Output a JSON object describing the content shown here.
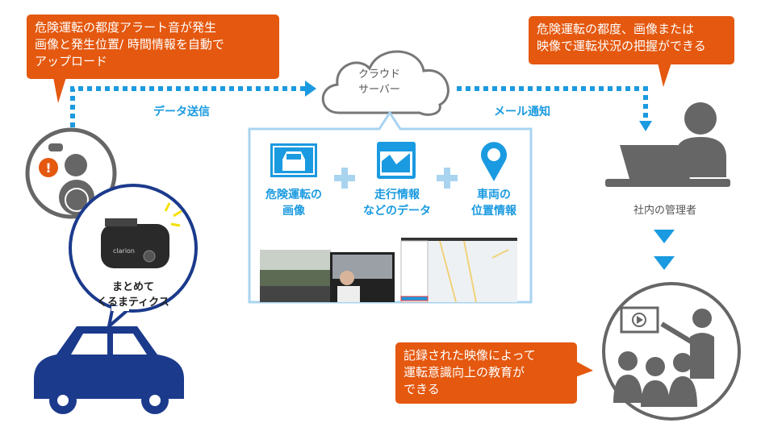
{
  "bubbles": {
    "top_left": [
      "危険運転の都度アラート音が発生",
      "画像と発生位置/ 時間情報を自動で",
      "アップロード"
    ],
    "top_right": [
      "危険運転の都度、画像または",
      "映像で運転状況の把握ができる"
    ],
    "bottom": [
      "記録された映像によって",
      "運転意識向上の教育が",
      "できる"
    ]
  },
  "flow": {
    "data_send": "データ送信",
    "mail_notice": "メール通知",
    "cloud": [
      "クラウド",
      "サーバー"
    ],
    "manager": "社内の管理者"
  },
  "info_box": {
    "items": [
      {
        "icon": "car-image-icon",
        "label": [
          "危険運転の",
          "画像"
        ]
      },
      {
        "icon": "chart-window-icon",
        "label": [
          "走行情報",
          "などのデータ"
        ]
      },
      {
        "icon": "map-pin-icon",
        "label": [
          "車両の",
          "位置情報"
        ]
      }
    ]
  },
  "device": {
    "brand": "clarion",
    "label": [
      "まとめて",
      "くるまティクス"
    ]
  },
  "colors": {
    "orange": "#e4580f",
    "blue": "#1a9ae0",
    "navy": "#1b3a8c",
    "gray": "#666666",
    "light_blue": "#a9d4f0"
  }
}
